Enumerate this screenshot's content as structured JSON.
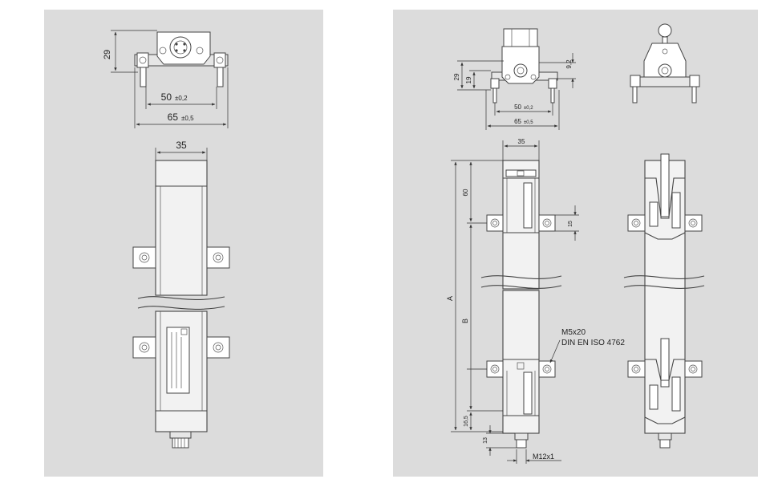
{
  "left_panel": {
    "height_label": "29",
    "width_small_label": "50",
    "width_small_tol": "±0,2",
    "width_large_label": "65",
    "width_large_tol": "±0,5",
    "body_width_label": "35"
  },
  "right_panel": {
    "height_29": "29",
    "height_19": "19",
    "height_9_2": "9,2",
    "width_50": "50",
    "width_50_tol": "±0,2",
    "width_65": "65",
    "width_65_tol": "±0,5",
    "body_width_35": "35",
    "dim_60": "60",
    "dim_15": "15",
    "dim_A": "A",
    "dim_B": "B",
    "dim_16_5": "16,5",
    "dim_13": "13",
    "screw_spec_1": "M5x20",
    "screw_spec_2": "DIN EN ISO 4762",
    "connector_label": "M12x1"
  }
}
